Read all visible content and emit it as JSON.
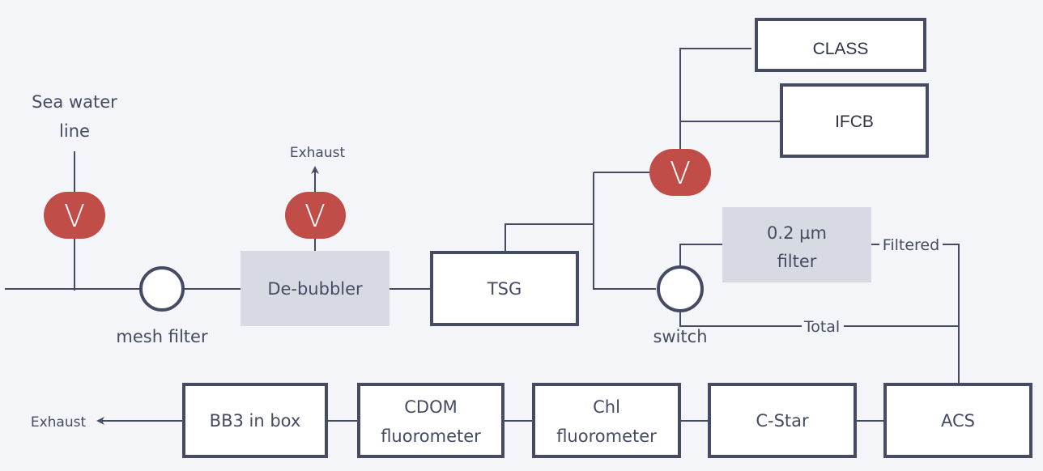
{
  "diagram": {
    "inputs": {
      "sea_water_line": [
        "Sea water",
        "line"
      ]
    },
    "valves": [
      {
        "id": "valve-sea-water",
        "label": "V"
      },
      {
        "id": "valve-exhaust",
        "label": "V"
      },
      {
        "id": "valve-branch",
        "label": "V"
      }
    ],
    "components": {
      "mesh_filter": "mesh filter",
      "debubbler": "De-bubbler",
      "tsg": "TSG",
      "class": "CLASS",
      "ifcb": "IFCB",
      "filter_02": [
        "0.2 µm",
        "filter"
      ],
      "switch": "switch",
      "acs": "ACS",
      "cstar": "C-Star",
      "chl": [
        "Chl",
        "fluorometer"
      ],
      "cdom": [
        "CDOM",
        "fluorometer"
      ],
      "bb3": "BB3 in box"
    },
    "labels": {
      "exhaust_top": "Exhaust",
      "exhaust_bottom": "Exhaust",
      "filtered": "Filtered",
      "total": "Total"
    },
    "colors": {
      "background": "#f4f5f9",
      "line": "#454b63",
      "valve": "#c14d49",
      "filter_box": "#d8dae3"
    }
  }
}
